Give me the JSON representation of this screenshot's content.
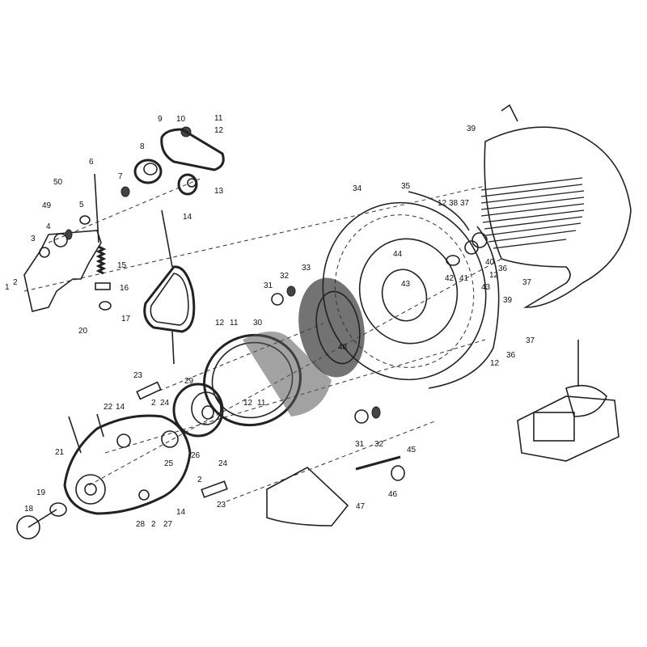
{
  "diagram": {
    "type": "exploded parts diagram",
    "labels": [
      "1",
      "2",
      "3",
      "4",
      "49",
      "50",
      "5",
      "6",
      "7",
      "8",
      "9",
      "10",
      "11",
      "12",
      "13",
      "14",
      "15",
      "16",
      "17",
      "20",
      "12",
      "11",
      "30",
      "31",
      "32",
      "33",
      "34",
      "35",
      "12",
      "38",
      "37",
      "39",
      "44",
      "43",
      "48",
      "40",
      "41",
      "42",
      "12",
      "36",
      "37",
      "39",
      "43",
      "37",
      "36",
      "12",
      "23",
      "29",
      "22",
      "14",
      "2",
      "24",
      "12",
      "11",
      "21",
      "25",
      "26",
      "24",
      "2",
      "23",
      "28",
      "2",
      "27",
      "14",
      "19",
      "18",
      "31",
      "32",
      "45",
      "46",
      "47"
    ]
  }
}
